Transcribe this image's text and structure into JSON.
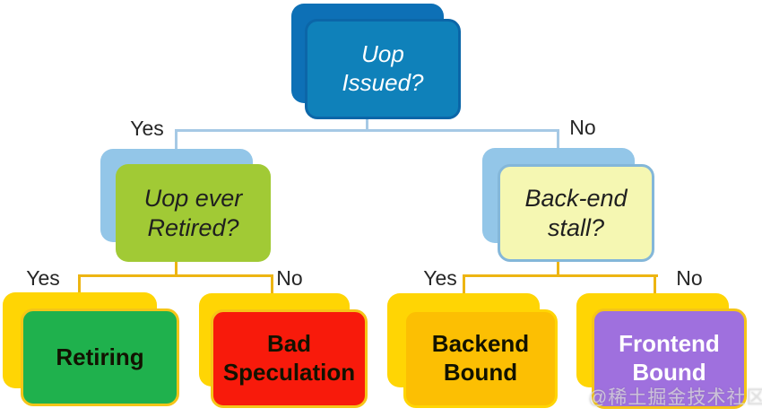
{
  "diagram": {
    "nodes": {
      "root": {
        "label": "Uop Issued?"
      },
      "uop_ever_retired": {
        "label": "Uop ever Retired?"
      },
      "backend_stall": {
        "label": "Back-end stall?"
      },
      "retiring": {
        "label": "Retiring"
      },
      "bad_speculation": {
        "label": "Bad Speculation"
      },
      "backend_bound": {
        "label": "Backend Bound"
      },
      "frontend_bound": {
        "label": "Frontend Bound"
      }
    },
    "branches": {
      "root_yes": "Yes",
      "root_no": "No",
      "retired_yes": "Yes",
      "retired_no": "No",
      "stall_yes": "Yes",
      "stall_no": "No"
    },
    "colors": {
      "root_back": "#0d70b6",
      "root_front": "#0f81ba",
      "mid_shadow_blue": "#93c6e8",
      "retired_front_green": "#a1ca35",
      "stall_front_paleyellow": "#f5f7b2",
      "leaf_shadow_yellow": "#ffd504",
      "retiring_green": "#1fb14d",
      "bad_speculation_red": "#f81a0b",
      "backend_bound_amber": "#fcbf03",
      "frontend_bound_purple": "#9f70de",
      "connector_blue": "#a6c9e5",
      "connector_gold": "#edb512"
    }
  },
  "watermark": {
    "text": "@稀土掘金技术社区"
  }
}
